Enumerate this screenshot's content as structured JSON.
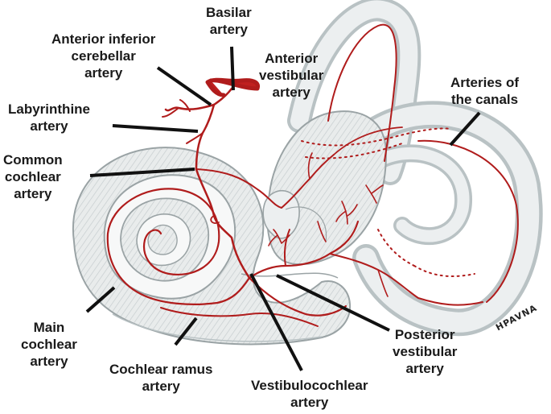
{
  "labels": {
    "basilar": [
      "Basilar",
      "artery"
    ],
    "aica": [
      "Anterior inferior",
      "cerebellar",
      "artery"
    ],
    "labyrinthine": [
      "Labyrinthine",
      "artery"
    ],
    "common_cochlear": [
      "Common",
      "cochlear",
      "artery"
    ],
    "anterior_vestibular": [
      "Anterior",
      "vestibular",
      "artery"
    ],
    "arteries_canals": [
      "Arteries of",
      "the canals"
    ],
    "main_cochlear": [
      "Main",
      "cochlear",
      "artery"
    ],
    "cochlear_ramus": [
      "Cochlear ramus",
      "artery"
    ],
    "vestibulocochlear": [
      "Vestibulocochlear",
      "artery"
    ],
    "posterior_vestibular": [
      "Posterior",
      "vestibular",
      "artery"
    ]
  },
  "signature": "HPAVNA",
  "colors": {
    "artery": "#b01c1c",
    "bone_fill": "#e9ecec",
    "bone_shade": "#b9c2c4",
    "leader": "#111111"
  }
}
